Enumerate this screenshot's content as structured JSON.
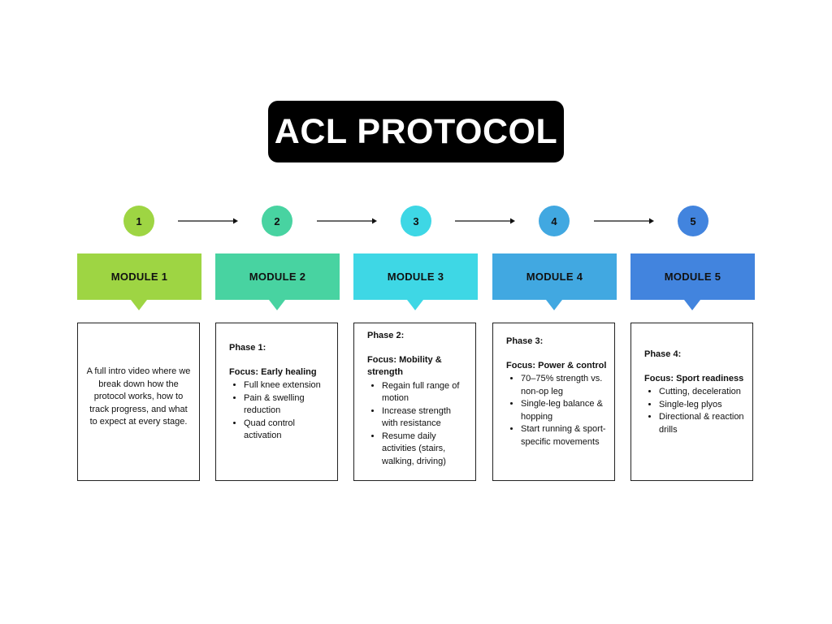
{
  "title": "ACL PROTOCOL",
  "colors": {
    "module1": "#9ed543",
    "module2": "#48d3a1",
    "module3": "#3ed7e5",
    "module4": "#41a8e1",
    "module5": "#4284de",
    "title_bg": "#000000"
  },
  "steps": [
    "1",
    "2",
    "3",
    "4",
    "5"
  ],
  "modules": [
    {
      "label": "MODULE 1",
      "intro": "A full intro video where we break down how the protocol works, how to track progress, and what to expect at every stage."
    },
    {
      "label": "MODULE 2",
      "phase": "Phase 1:",
      "focus": "Focus: Early healing",
      "bullets": [
        "Full knee extension",
        "Pain & swelling reduction",
        "Quad control activation"
      ]
    },
    {
      "label": "MODULE 3",
      "phase": "Phase 2:",
      "focus": "Focus: Mobility & strength",
      "bullets": [
        "Regain full range of motion",
        "Increase strength with resistance",
        "Resume daily activities (stairs, walking, driving)"
      ]
    },
    {
      "label": "MODULE 4",
      "phase": "Phase 3:",
      "focus": "Focus: Power & control",
      "bullets": [
        "70–75% strength vs. non-op leg",
        "Single-leg balance & hopping",
        "Start running & sport-specific movements"
      ]
    },
    {
      "label": "MODULE 5",
      "phase": "Phase 4:",
      "focus": "Focus: Sport readiness",
      "bullets": [
        "Cutting, deceleration",
        "Single-leg plyos",
        "Directional & reaction drills"
      ]
    }
  ]
}
